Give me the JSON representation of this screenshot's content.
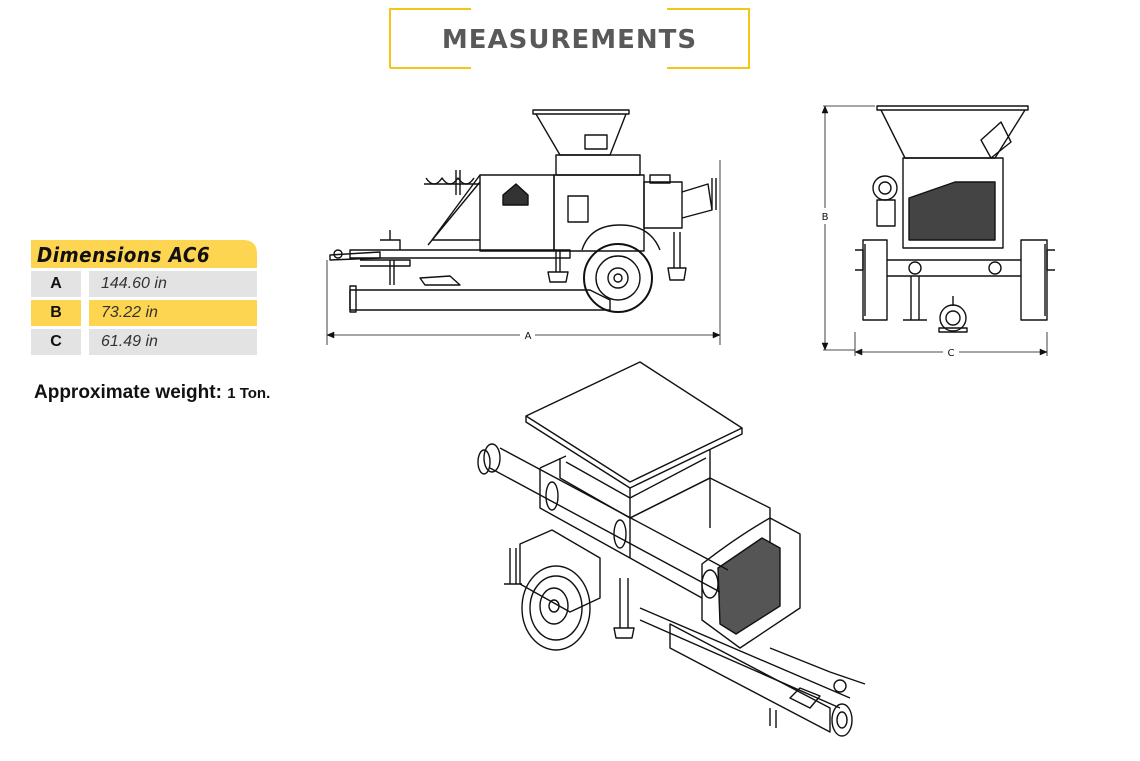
{
  "header": {
    "title": "MEASUREMENTS"
  },
  "dimensions": {
    "title": "Dimensions AC6",
    "rows": [
      {
        "key": "A",
        "value": "144.60 in"
      },
      {
        "key": "B",
        "value": "73.22 in"
      },
      {
        "key": "C",
        "value": "61.49 in"
      }
    ]
  },
  "weight": {
    "label": "Approximate weight:",
    "value": "1 Ton."
  },
  "drawings": {
    "side_label": "A",
    "front_height_label": "B",
    "front_width_label": "C"
  },
  "colors": {
    "accent": "#fdd551",
    "header_border": "#f5c518",
    "row_grey": "#e3e3e3",
    "title_text": "#595959"
  }
}
